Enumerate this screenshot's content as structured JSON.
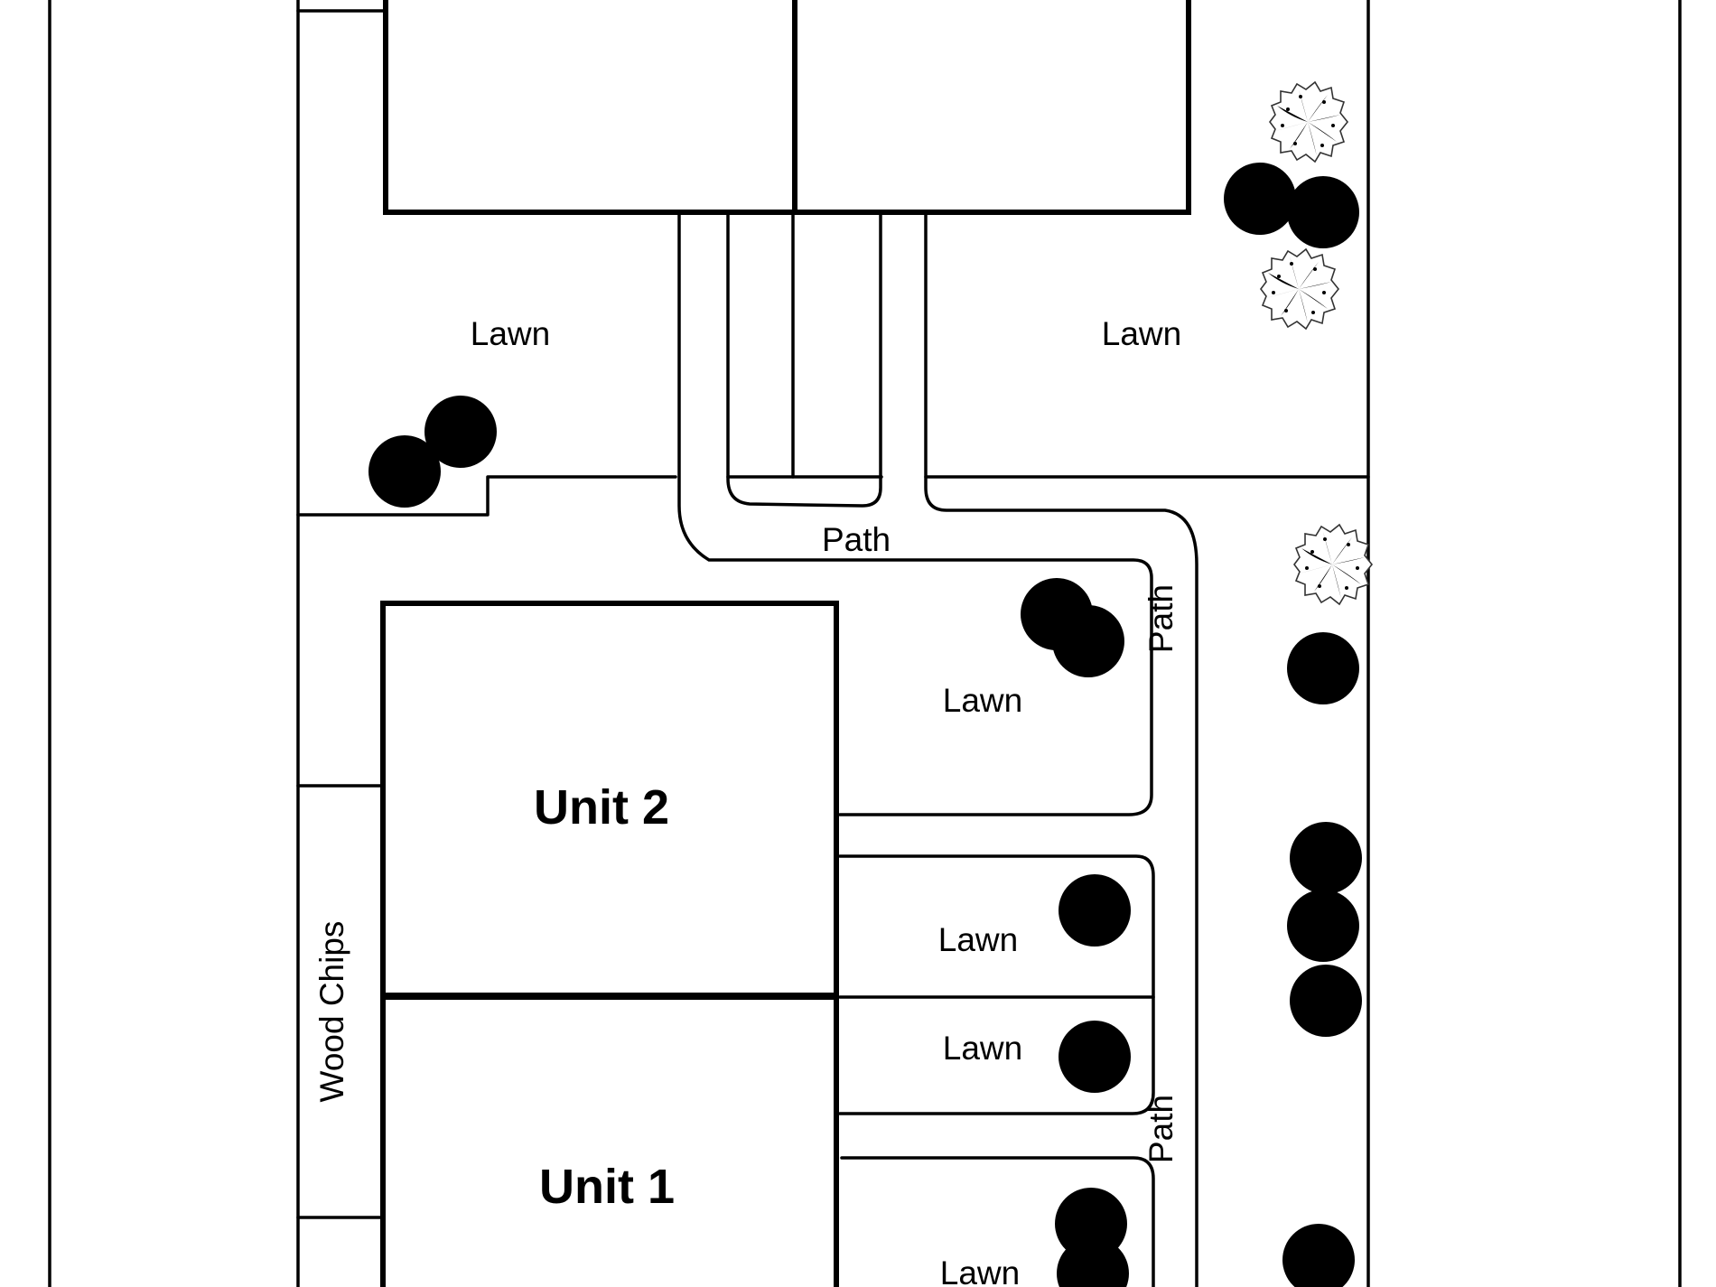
{
  "plan": {
    "units": [
      {
        "id": "unit-2",
        "label": "Unit 2"
      },
      {
        "id": "unit-1",
        "label": "Unit 1"
      }
    ],
    "labels": {
      "lawn_top_left": "Lawn",
      "lawn_top_right": "Lawn",
      "path_top": "Path",
      "path_right_upper": "Path",
      "path_right_lower": "Path",
      "lawn_mid": "Lawn",
      "lawn_row_1": "Lawn",
      "lawn_row_2": "Lawn",
      "lawn_row_3": "Lawn",
      "wood_chips": "Wood Chips"
    },
    "colors": {
      "stroke": "#000000",
      "background": "#ffffff",
      "shrub_stroke": "#333333"
    },
    "icons": {
      "shrub": "shrub-icon",
      "palm": "palm-shrub-icon"
    }
  }
}
